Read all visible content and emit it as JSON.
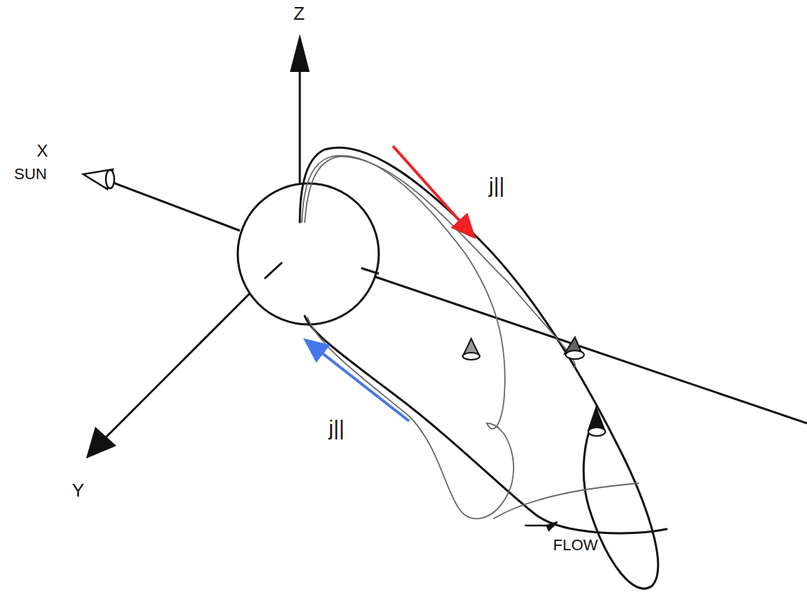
{
  "diagram": {
    "labels": [
      "Z",
      "X",
      "SUN",
      "Y",
      "FLOW",
      "j||",
      "j||"
    ]
  }
}
